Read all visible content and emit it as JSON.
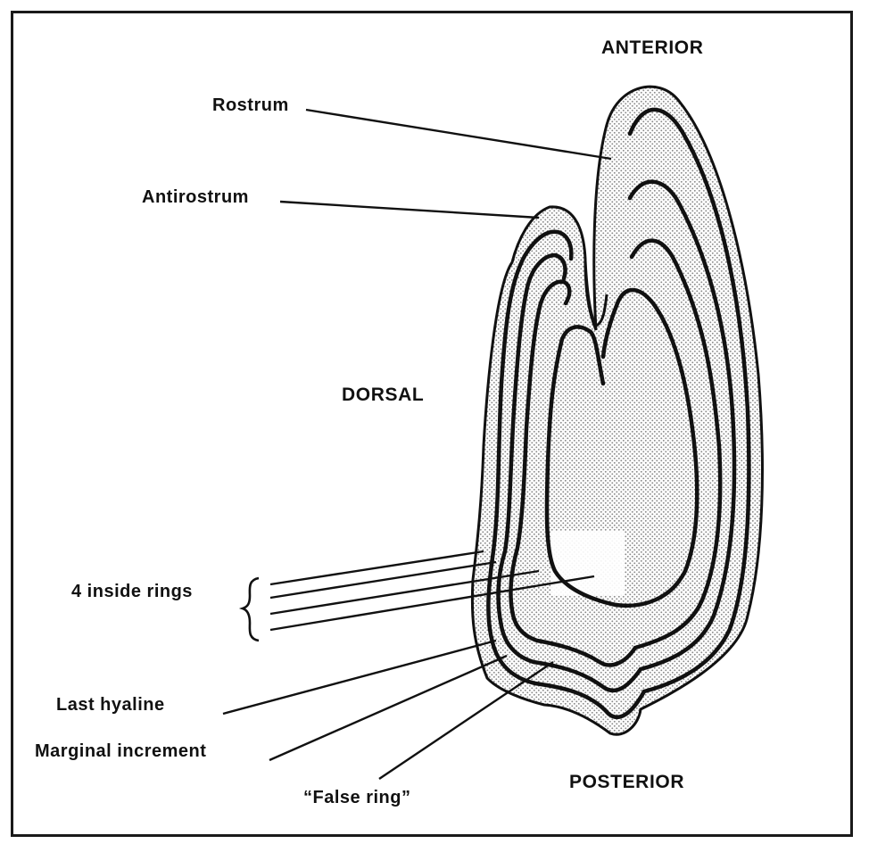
{
  "orientation": {
    "anterior": "ANTERIOR",
    "dorsal": "DORSAL",
    "posterior": "POSTERIOR"
  },
  "labels": {
    "rostrum": "Rostrum",
    "antirostrum": "Antirostrum",
    "inside_rings": "4 inside rings",
    "last_hyaline": "Last hyaline",
    "marginal_increment": "Marginal increment",
    "false_ring": "“False ring”"
  },
  "colors": {
    "ink": "#111111",
    "stipple": "#9a9a9a",
    "background": "#ffffff"
  }
}
